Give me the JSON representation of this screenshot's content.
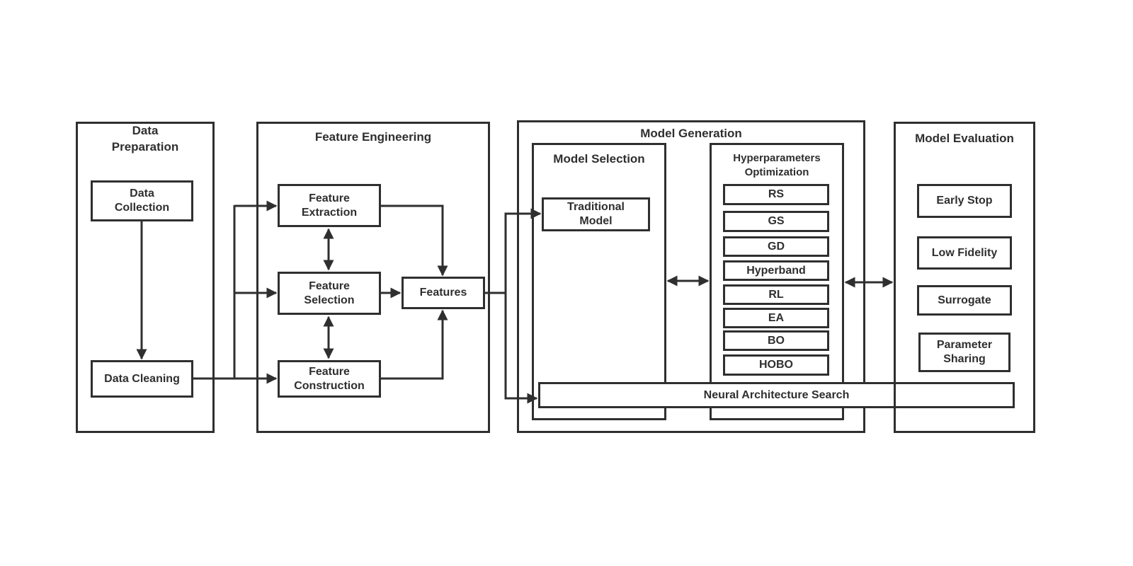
{
  "sections": {
    "data_preparation": "Data\nPreparation",
    "feature_engineering": "Feature Engineering",
    "model_generation": "Model Generation",
    "model_selection": "Model Selection",
    "hpo": "Hyperparameters\nOptimization",
    "model_evaluation": "Model Evaluation"
  },
  "nodes": {
    "data_collection": "Data\nCollection",
    "data_cleaning": "Data Cleaning",
    "feature_extraction": "Feature\nExtraction",
    "feature_selection": "Feature\nSelection",
    "feature_construction": "Feature\nConstruction",
    "features": "Features",
    "traditional_model": "Traditional\nModel",
    "nas": "Neural Architecture Search"
  },
  "hpo_methods": [
    "RS",
    "GS",
    "GD",
    "Hyperband",
    "RL",
    "EA",
    "BO",
    "HOBO"
  ],
  "evaluation_methods": [
    "Early Stop",
    "Low Fidelity",
    "Surrogate",
    "Parameter\nSharing"
  ],
  "colors": {
    "stroke": "#2f2f2f",
    "background": "#ffffff"
  }
}
